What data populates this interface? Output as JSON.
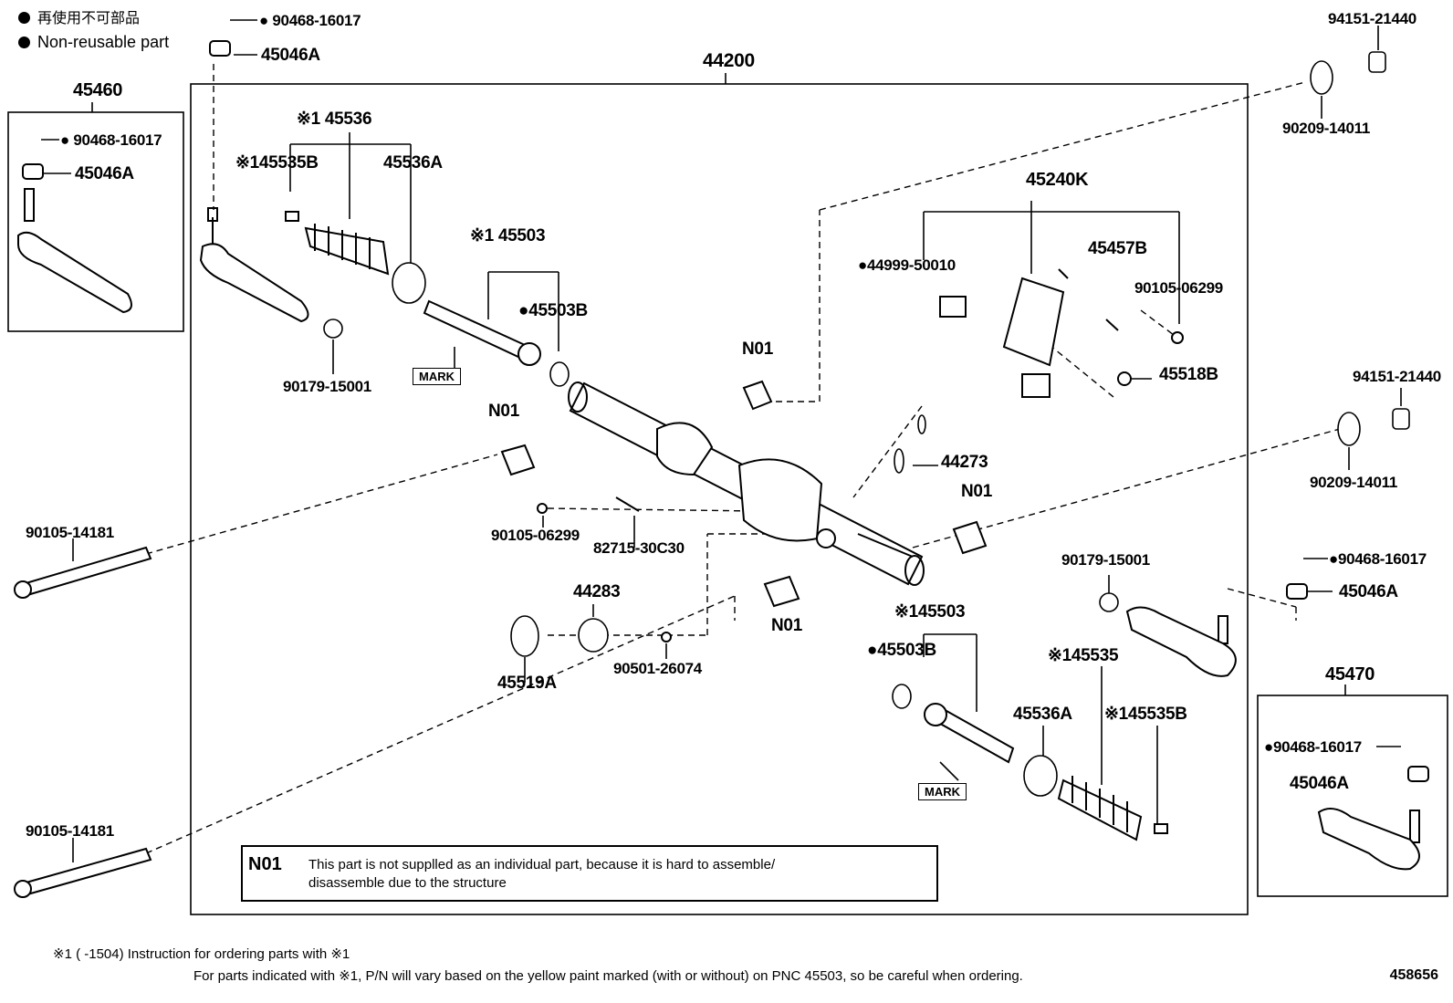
{
  "legend": {
    "jp": "再使用不可部品",
    "en": "Non-reusable part"
  },
  "labels": {
    "top_nut_bolt": "90468-16017",
    "top_nut": "45046A",
    "assy_main": "44200",
    "left_group": "45460",
    "left_group_bolt": "90468-16017",
    "left_group_nut": "45046A",
    "boot_group": "45536",
    "clamp_b_left": "45535B",
    "clamp_a_left": "45536A",
    "rod_left": "45503",
    "washer_left": "45503B",
    "nut_90179_left": "90179-15001",
    "mark_left": "MARK",
    "n01_a": "N01",
    "n01_b": "N01",
    "n01_c": "N01",
    "n01_d": "N01",
    "valve_group": "45240K",
    "oring_44999": "44999-50010",
    "bracket_45457B": "45457B",
    "screw_90105_06299_r": "90105-06299",
    "screw_45518B": "45518B",
    "oring_44273": "44273",
    "screw_90105_06299_l": "90105-06299",
    "bracket_82715": "82715-30C30",
    "seal_44283": "44283",
    "plug_90501": "90501-26074",
    "ring_45519A": "45519A",
    "bolt_left_1": "90105-14181",
    "bolt_left_2": "90105-14181",
    "nut_94151_top": "94151-21440",
    "washer_90209_top": "90209-14011",
    "nut_94151_mid": "94151-21440",
    "washer_90209_mid": "90209-14011",
    "nut_90179_right": "90179-15001",
    "right_bolt": "90468-16017",
    "right_nut": "45046A",
    "rod_right": "45503",
    "washer_right": "45503B",
    "clamp_a_right": "45536A",
    "boot_right": "45535",
    "clamp_b_right": "45535B",
    "mark_right": "MARK",
    "right_group": "45470",
    "right_group_bolt": "90468-16017",
    "right_group_nut": "45046A",
    "note_code": "N01",
    "note_text_1": "This part is not supplled as an individual part, because it is hard to assemble/",
    "note_text_2": "disassemble  due to the structure",
    "foot_1": "※1 (       -1504)  Instruction for ordering parts with ※1",
    "foot_2": "For parts indicated with ※1, P/N will vary based on the yellow paint marked (with or without) on PNC 45503, so be careful when ordering.",
    "doc_id": "458656"
  },
  "asterisk": "※1"
}
